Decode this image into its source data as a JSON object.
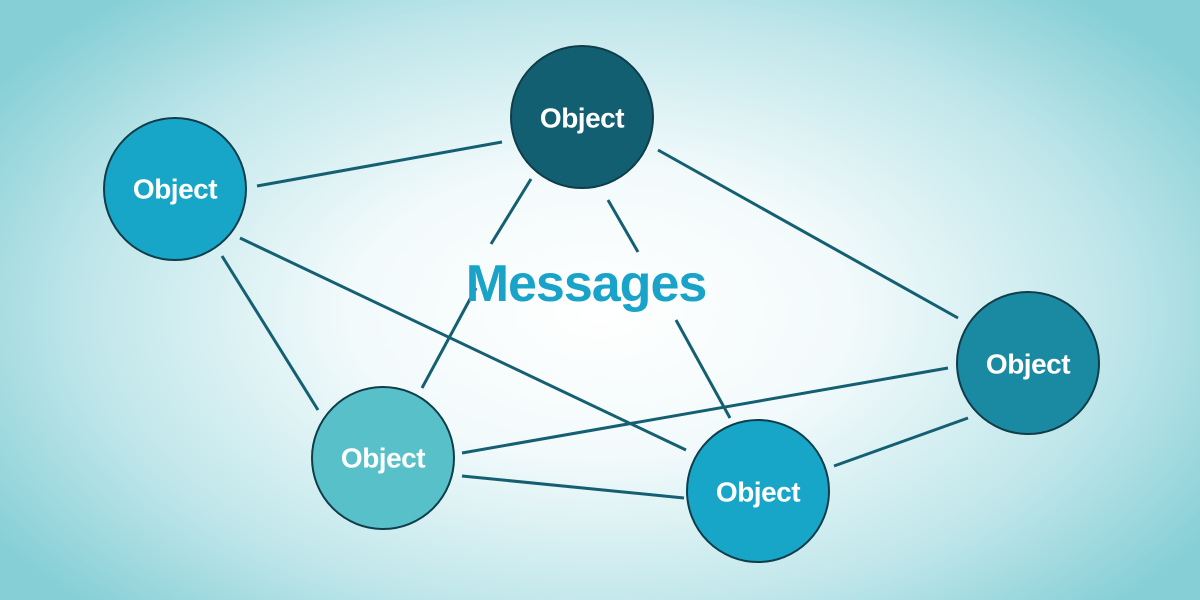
{
  "diagram": {
    "center_label": "Messages",
    "center_color": "#1aa3c9",
    "line_color": "#155f72",
    "nodes": [
      {
        "id": "top",
        "label": "Object",
        "color": "#135f72"
      },
      {
        "id": "left",
        "label": "Object",
        "color": "#17a5c8"
      },
      {
        "id": "right",
        "label": "Object",
        "color": "#1a89a2"
      },
      {
        "id": "bottom-left",
        "label": "Object",
        "color": "#57c0c9"
      },
      {
        "id": "bottom-right",
        "label": "Object",
        "color": "#17a5c8"
      }
    ]
  }
}
